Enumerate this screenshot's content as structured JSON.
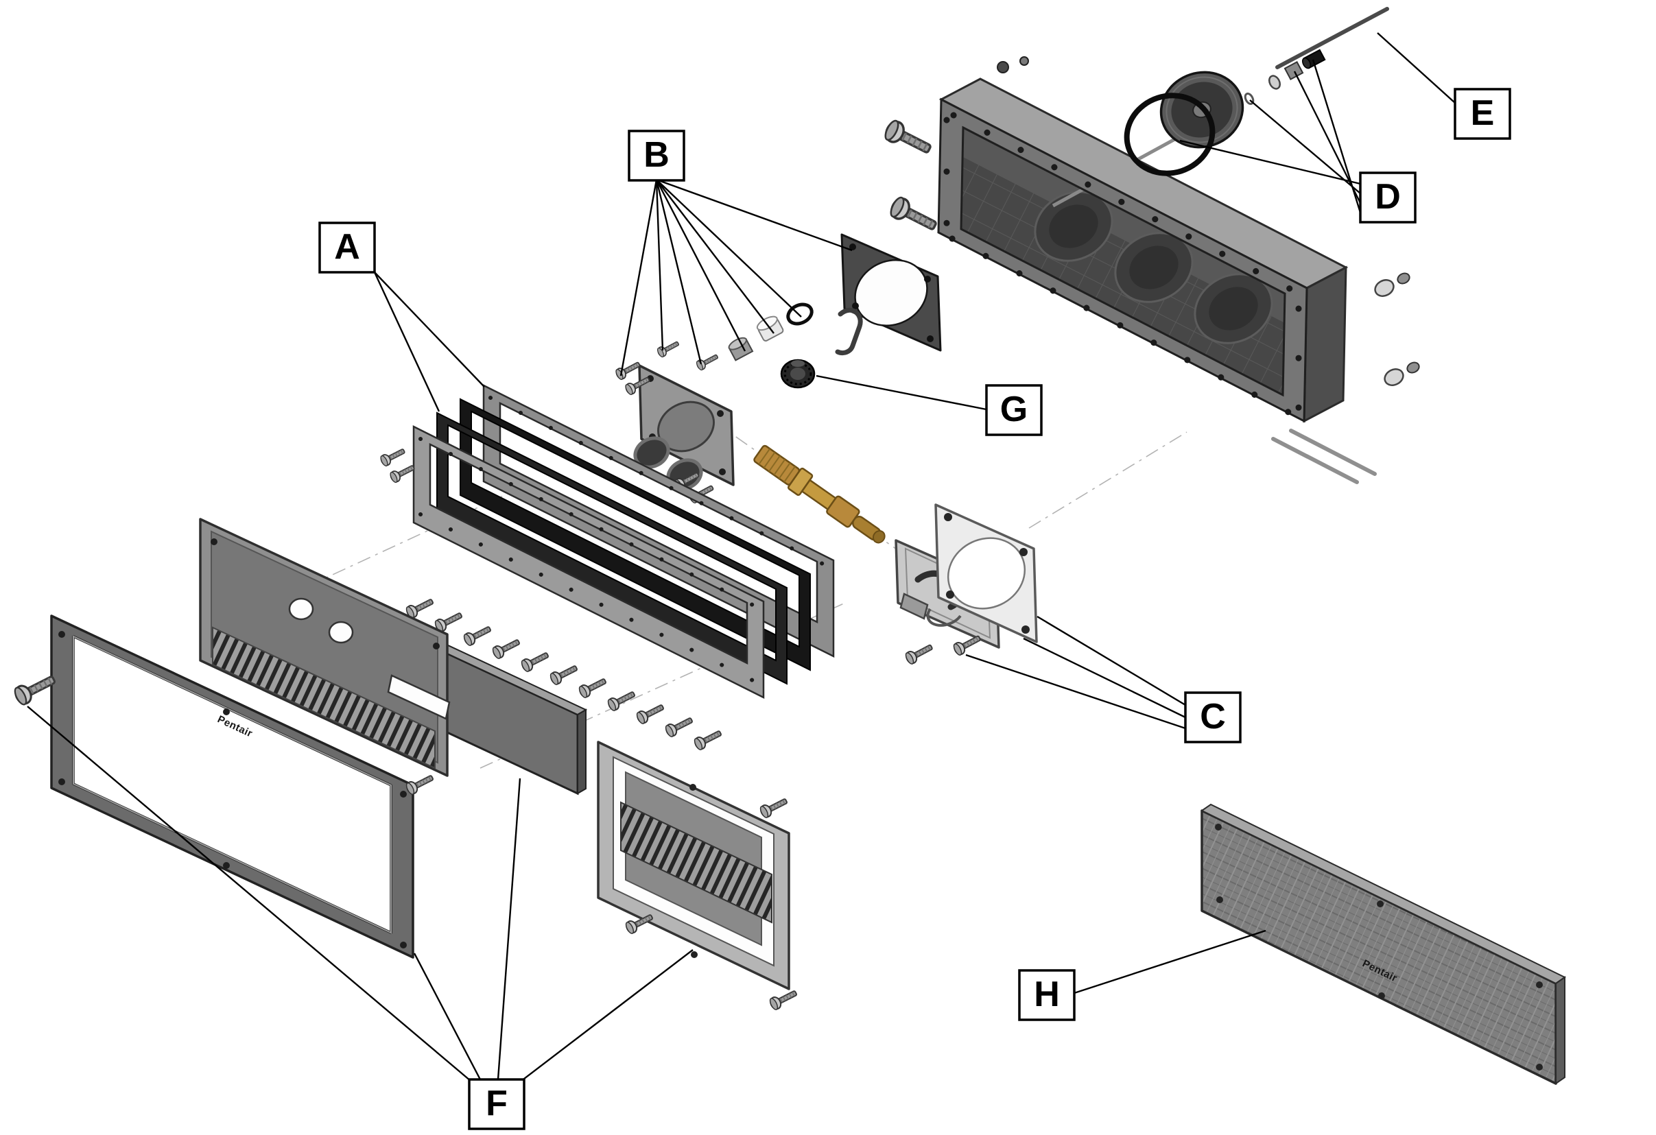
{
  "diagram": {
    "background": "#ffffff",
    "leader_color": "#000000",
    "callout_border": "#000000",
    "brass_color": "#b8893b",
    "brand_text": "Pentair",
    "callouts": [
      {
        "id": "A"
      },
      {
        "id": "B"
      },
      {
        "id": "C"
      },
      {
        "id": "D"
      },
      {
        "id": "E"
      },
      {
        "id": "F"
      },
      {
        "id": "G"
      },
      {
        "id": "H"
      }
    ]
  }
}
